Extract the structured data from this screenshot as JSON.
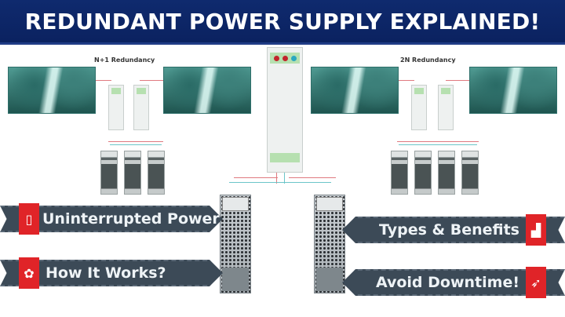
{
  "banner": {
    "title": "REDUNDANT POWER SUPPLY EXPLAINED!"
  },
  "diagrams": {
    "left": {
      "title": "N+1 Redundancy",
      "psu_count": 3
    },
    "right": {
      "title": "2N Redundancy",
      "psu_count": 4
    }
  },
  "ribbons": [
    {
      "label": "Uninterrupted Power",
      "icon": "battery-icon",
      "side": "left"
    },
    {
      "label": "How It Works?",
      "icon": "gear-icon",
      "side": "left"
    },
    {
      "label": "Types & Benefits",
      "icon": "factory-icon",
      "side": "right"
    },
    {
      "label": "Avoid Downtime!",
      "icon": "rocket-icon",
      "side": "right"
    }
  ],
  "colors": {
    "banner_bg": "#0f2a6e",
    "ribbon_bg": "#3c4a57",
    "badge_red": "#e02428",
    "wire_red": "#e07a80",
    "wire_teal": "#6cc6c9"
  }
}
